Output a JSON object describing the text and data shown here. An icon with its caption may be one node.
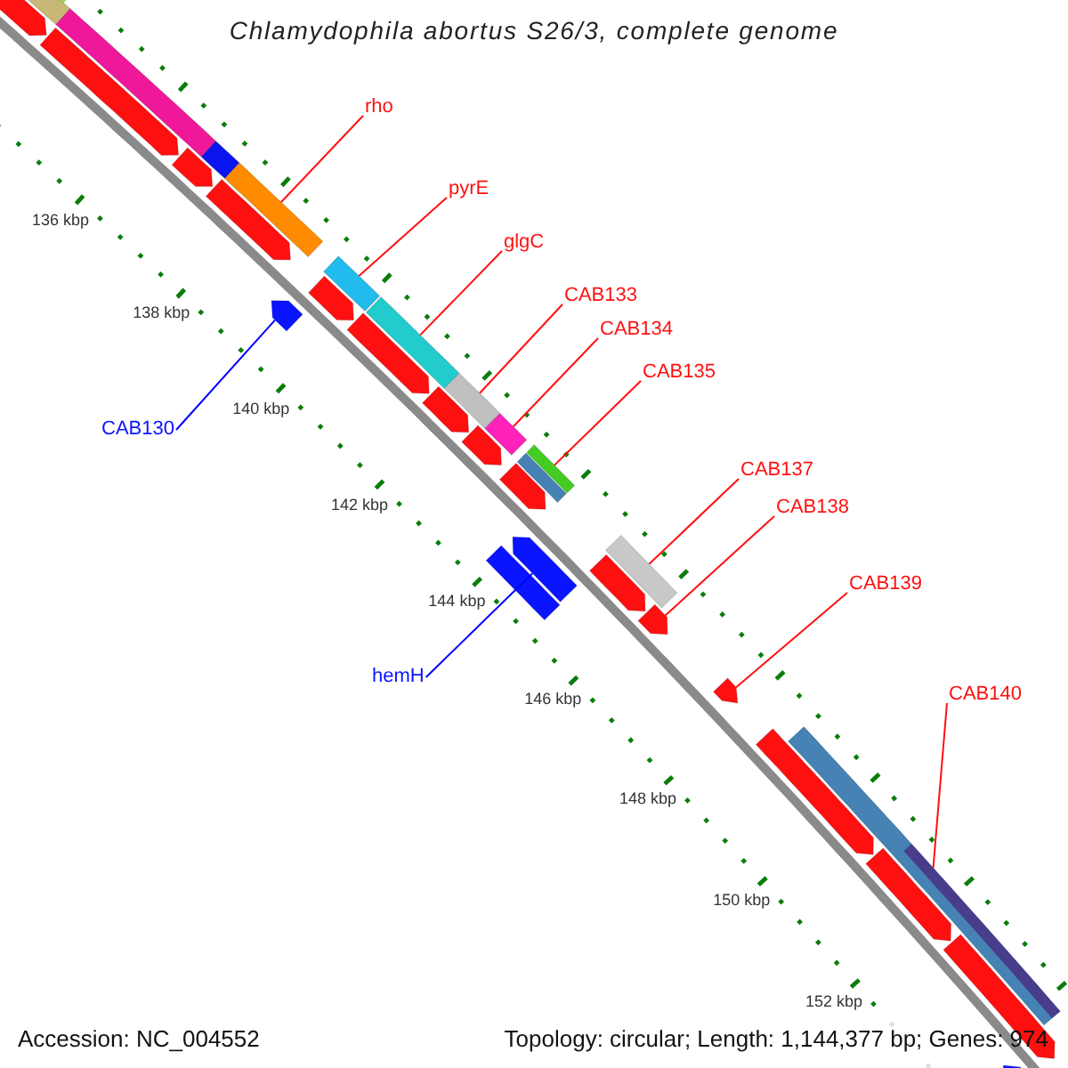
{
  "diagram": {
    "title": "Chlamydophila abortus S26/3, complete genome",
    "nodes": [
      {
        "text": [
          "rho"
        ]
      },
      {
        "text": [
          "pyrE"
        ]
      },
      {
        "text": [
          "glgC"
        ]
      },
      {
        "text": [
          "CAB133"
        ]
      },
      {
        "text": [
          "CAB134"
        ]
      },
      {
        "text": [
          "CAB135"
        ]
      },
      {
        "text": [
          "CAB130"
        ]
      },
      {
        "text": [
          "CAB137"
        ]
      },
      {
        "text": [
          "CAB138"
        ]
      },
      {
        "text": [
          "CAB139"
        ]
      },
      {
        "text": [
          "CAB140"
        ]
      },
      {
        "text": [
          "hemH"
        ]
      },
      {
        "text": [],
        "shape": "pentagon"
      },
      {
        "text": [],
        "shape": "bar"
      },
      {
        "text": [],
        "shape": "bar"
      },
      {
        "text": [],
        "shape": "pentagon"
      },
      {
        "text": [],
        "shape": "bar"
      },
      {
        "text": [],
        "shape": "pentagon"
      },
      {
        "text": [],
        "shape": "bar"
      },
      {
        "text": [],
        "shape": "pentagon"
      },
      {
        "text": [],
        "shape": "bar"
      },
      {
        "text": [],
        "shape": "pentagon"
      },
      {
        "text": [],
        "shape": "bar"
      },
      {
        "text": [],
        "shape": "pentagon"
      },
      {
        "text": [],
        "shape": "pentagon"
      },
      {
        "text": [],
        "shape": "bar"
      },
      {
        "text": [],
        "shape": "pentagon"
      },
      {
        "text": [],
        "shape": "bar"
      },
      {
        "text": [],
        "shape": "pentagon"
      },
      {
        "text": [],
        "shape": "bar"
      },
      {
        "text": [],
        "shape": "pentagon"
      },
      {
        "text": [],
        "shape": "bar"
      },
      {
        "text": [],
        "shape": "bar"
      },
      {
        "text": [],
        "shape": "bar"
      },
      {
        "text": [],
        "shape": "pentagon"
      },
      {
        "text": [],
        "shape": "pentagon"
      },
      {
        "text": [],
        "shape": "bar"
      },
      {
        "text": [],
        "shape": "pentagon"
      },
      {
        "text": [],
        "shape": "pentagon"
      },
      {
        "text": [],
        "shape": "pentagon"
      },
      {
        "text": [],
        "shape": "bar"
      },
      {
        "text": [],
        "shape": "pentagon"
      },
      {
        "text": [],
        "shape": "pentagon"
      },
      {
        "text": [],
        "shape": "pentagon"
      }
    ],
    "edges": [
      {
        "from": 0,
        "to": 20,
        "arrow": "none"
      },
      {
        "from": 1,
        "to": 22,
        "arrow": "none"
      },
      {
        "from": 2,
        "to": 25,
        "arrow": "none"
      },
      {
        "from": 3,
        "to": 27,
        "arrow": "none"
      },
      {
        "from": 4,
        "to": 29,
        "arrow": "none"
      },
      {
        "from": 5,
        "to": 32,
        "arrow": "none"
      },
      {
        "from": 6,
        "to": 21,
        "arrow": "none",
        "color": "#0000ff"
      },
      {
        "from": 7,
        "to": 36,
        "arrow": "none"
      },
      {
        "from": 8,
        "to": 37,
        "arrow": "none"
      },
      {
        "from": 9,
        "to": 38,
        "arrow": "none"
      },
      {
        "from": 10,
        "to": 40,
        "arrow": "none"
      },
      {
        "from": 11,
        "to": 34,
        "arrow": "none",
        "color": "#0000ff"
      }
    ],
    "labels": [
      "136 kbp",
      "138 kbp",
      "140 kbp",
      "142 kbp",
      "144 kbp",
      "146 kbp",
      "148 kbp",
      "150 kbp",
      "152 kbp",
      "Accession: NC_004552",
      "Topology: circular; Length: 1,144,377 bp; Genes: 974"
    ]
  }
}
